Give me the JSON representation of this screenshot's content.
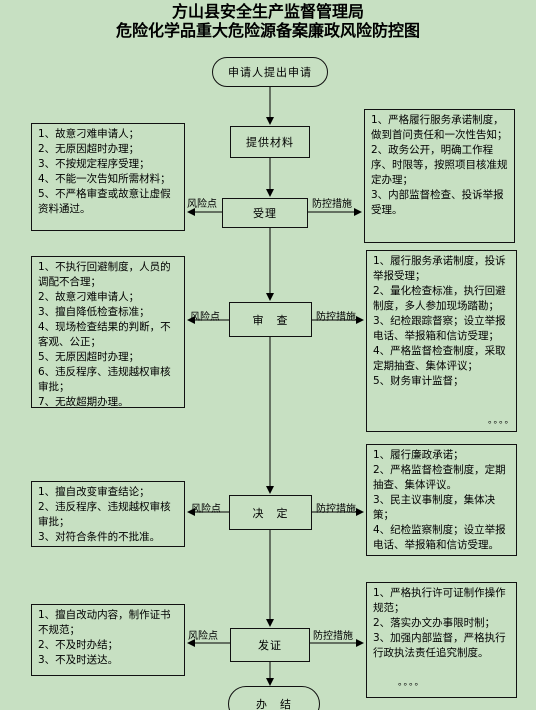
{
  "title": {
    "line1": "方山县安全生产监督管理局",
    "line2": "危险化学品重大危险源备案廉政风险防控图"
  },
  "labels": {
    "risk": "风险点",
    "control": "防控措施",
    "dots": "。。。。"
  },
  "steps": {
    "start": "申请人提出申请",
    "provide": "提供材料",
    "accept": "受理",
    "review": "审　查",
    "decide": "决　定",
    "issue": "发证",
    "end": "办　结"
  },
  "risks": {
    "accept": [
      "1、故意刁难申请人；",
      "2、无原因超时办理；",
      "3、不按规定程序受理；",
      "4、不能一次告知所需材料；",
      "5、不严格审查或故意让虚假资料通过。"
    ],
    "review": [
      "1、不执行回避制度，人员的调配不合理；",
      "2、故意刁难申请人；",
      "3、擅自降低检查标准；",
      "4、现场检查结果的判断，不客观、公正；",
      "5、无原因超时办理；",
      "6、违反程序、违规越权审核审批；",
      "7、无故超期办理。"
    ],
    "decide": [
      "1、擅自改变审查结论；",
      "2、违反程序、违规越权审核审批；",
      "3、对符合条件的不批准。"
    ],
    "issue": [
      "1、擅自改动内容，制作证书不规范；",
      "2、不及时办结；",
      "3、不及时送达。"
    ]
  },
  "controls": {
    "accept": [
      "1、严格履行服务承诺制度，做到首问责任和一次性告知；",
      "2、政务公开，明确工作程序、时限等，按照项目核准规定办理；",
      "3、内部监督检查、投诉举报受理。"
    ],
    "review": [
      "1、履行服务承诺制度，投诉举报受理；",
      "2、量化检查标准，执行回避制度，多人参加现场踏勘；",
      "3、纪检跟踪督察；设立举报电话、举报箱和信访受理；",
      "4、严格监督检查制度，采取定期抽查、集体评议；",
      "5、财务审计监督；"
    ],
    "decide": [
      "1、履行廉政承诺；",
      "2、严格监督检查制度，定期抽查、集体评议。",
      "3、民主议事制度，集体决策；",
      "4、纪检监察制度；设立举报电话、举报箱和信访受理。"
    ],
    "issue": [
      "1、严格执行许可证制作操作规范；",
      "2、落实办文办事限时制；",
      "3、加强内部监督，严格执行行政执法责任追究制度。"
    ]
  }
}
